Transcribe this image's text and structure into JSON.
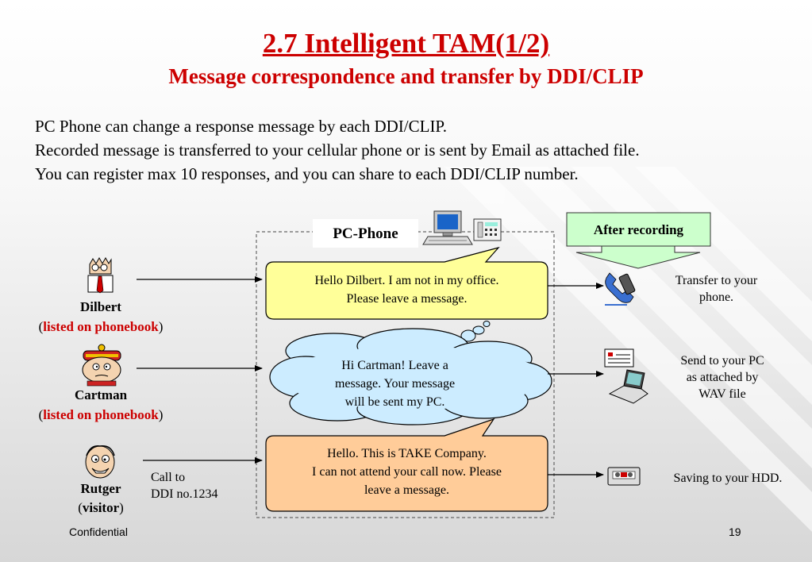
{
  "slide": {
    "title": "2.7 Intelligent TAM(1/2)",
    "subtitle": "Message correspondence and transfer by DDI/CLIP",
    "intro_lines": [
      "PC Phone can change a response message by each DDI/CLIP.",
      "Recorded message is transferred to your cellular phone or is sent by Email as attached file.",
      "You can register max 10 responses, and you can share to each DDI/CLIP number."
    ],
    "footer_left": "Confidential",
    "page_number": "19"
  },
  "diagram": {
    "pc_phone_label": "PC-Phone",
    "after_recording_label": "After recording",
    "callers": [
      {
        "name": "Dilbert",
        "open": "(",
        "note": "listed on phonebook",
        "close": ")"
      },
      {
        "name": "Cartman",
        "open": "(",
        "note": "listed on phonebook",
        "close": ")"
      },
      {
        "name": "Rutger",
        "open": "(",
        "note": "visitor",
        "close": ")"
      }
    ],
    "call_to_lines": [
      "Call to",
      "DDI no.1234"
    ],
    "messages": [
      {
        "lines": [
          "Hello Dilbert. I am not in my office.",
          "Please leave a message."
        ]
      },
      {
        "lines": [
          "Hi Cartman! Leave a",
          "message. Your message",
          "will be sent my PC."
        ]
      },
      {
        "lines": [
          "Hello. This is TAKE Company.",
          "I can not attend your call now. Please",
          "leave a message."
        ]
      }
    ],
    "destinations": [
      {
        "lines": [
          "Transfer to your",
          "phone."
        ]
      },
      {
        "lines": [
          "Send to your PC",
          "as attached by",
          "WAV file"
        ]
      },
      {
        "lines": [
          "Saving to your HDD."
        ]
      }
    ],
    "colors": {
      "title": "#cc0000",
      "callout_yellow": "#ffff99",
      "cloud_blue": "#ccecff",
      "callout_orange": "#ffcc99",
      "after_recording_green": "#ccffcc"
    }
  }
}
